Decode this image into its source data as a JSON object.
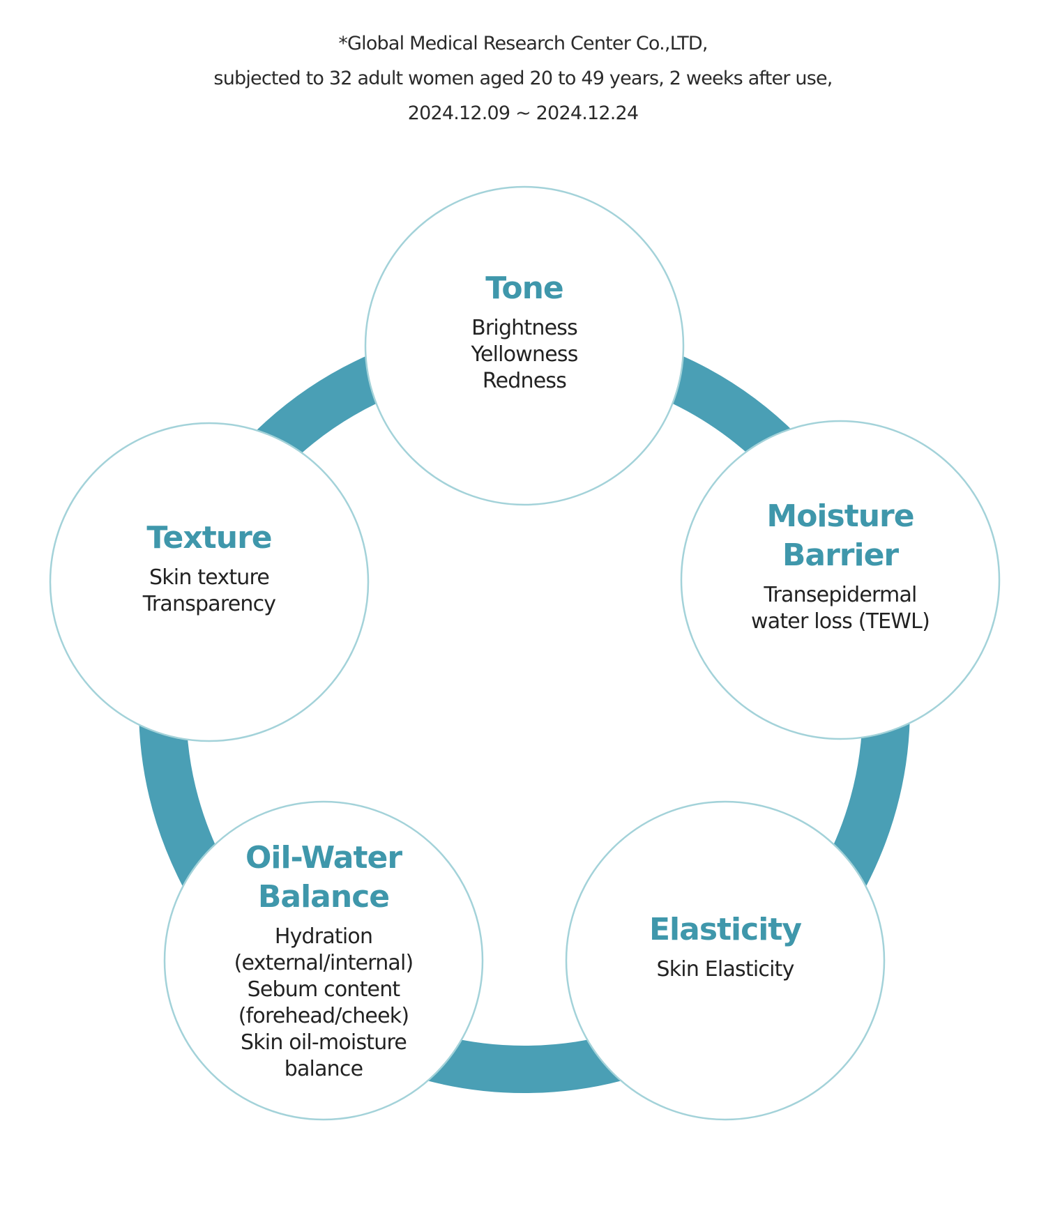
{
  "note": {
    "lines": [
      "*Global Medical Research Center Co.,LTD,",
      "subjected to 32 adult women aged 20 to 49 years, 2 weeks after use,",
      "2024.12.09 ~ 2024.12.24"
    ]
  },
  "colors": {
    "ring": "#4a9fb5",
    "circle_border": "#a3d2d9",
    "title": "#3f97ab",
    "text": "#222222"
  },
  "nodes": [
    {
      "title": [
        "Tone"
      ],
      "desc": [
        "Brightness",
        "Yellowness",
        "Redness"
      ]
    },
    {
      "title": [
        "Moisture",
        "Barrier"
      ],
      "desc": [
        "Transepidermal",
        "water loss (TEWL)"
      ]
    },
    {
      "title": [
        "Elasticity"
      ],
      "desc": [
        "Skin Elasticity"
      ]
    },
    {
      "title": [
        "Oil-Water",
        "Balance"
      ],
      "desc": [
        "Hydration",
        "(external/internal)",
        "Sebum content",
        "(forehead/cheek)",
        "Skin oil-moisture",
        "balance"
      ]
    },
    {
      "title": [
        "Texture"
      ],
      "desc": [
        "Skin texture",
        "Transparency"
      ]
    }
  ]
}
